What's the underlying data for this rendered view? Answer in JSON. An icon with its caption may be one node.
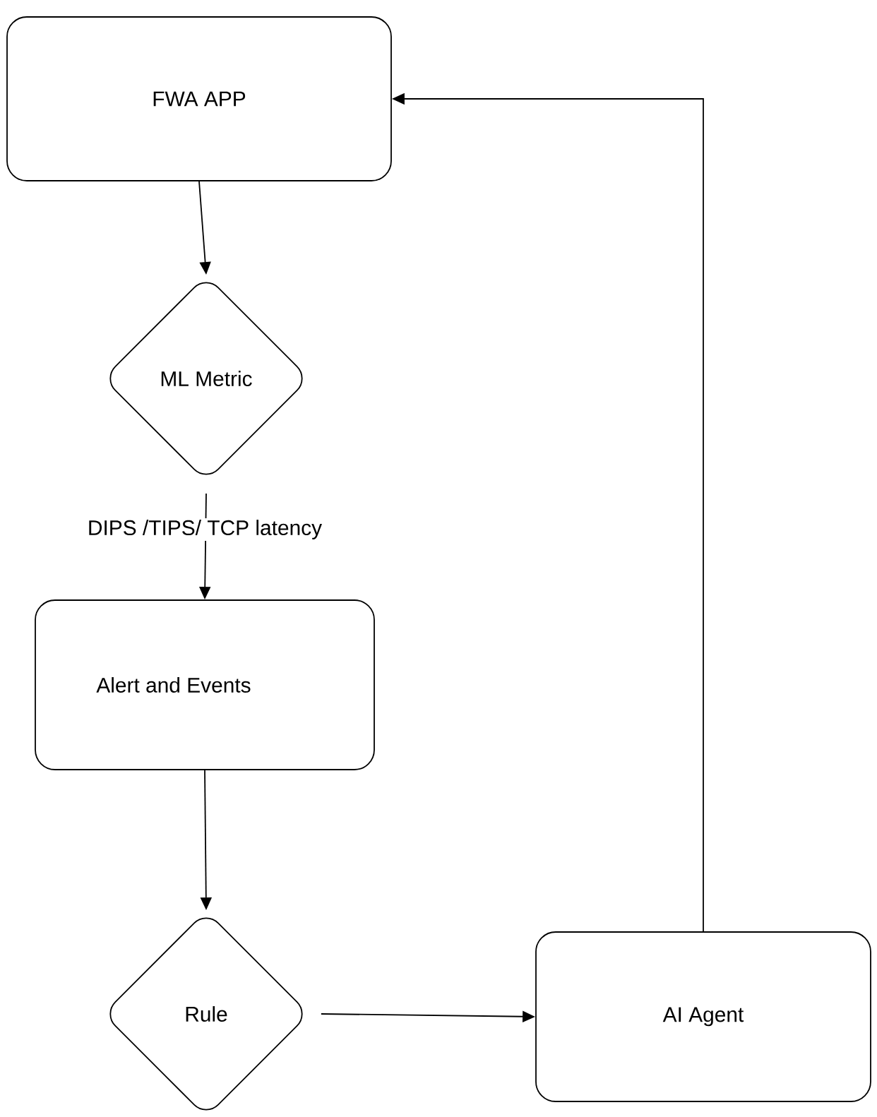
{
  "diagram": {
    "nodes": [
      {
        "text": [
          "FWA APP"
        ]
      },
      {
        "text": [
          "ML Metric"
        ]
      },
      {
        "text": [
          "Alert and Events"
        ]
      },
      {
        "text": [
          "Rule"
        ]
      },
      {
        "text": [
          "AI Agent"
        ]
      }
    ],
    "edges": [
      {
        "from": 0,
        "to": 1,
        "arrow": "to"
      },
      {
        "from": 1,
        "to": 2,
        "arrow": "to",
        "label": "DIPS /TIPS/ TCP latency"
      },
      {
        "from": 2,
        "to": 3,
        "arrow": "to"
      },
      {
        "from": 3,
        "to": 4,
        "arrow": "to"
      },
      {
        "from": 4,
        "to": 0,
        "arrow": "to"
      }
    ]
  }
}
